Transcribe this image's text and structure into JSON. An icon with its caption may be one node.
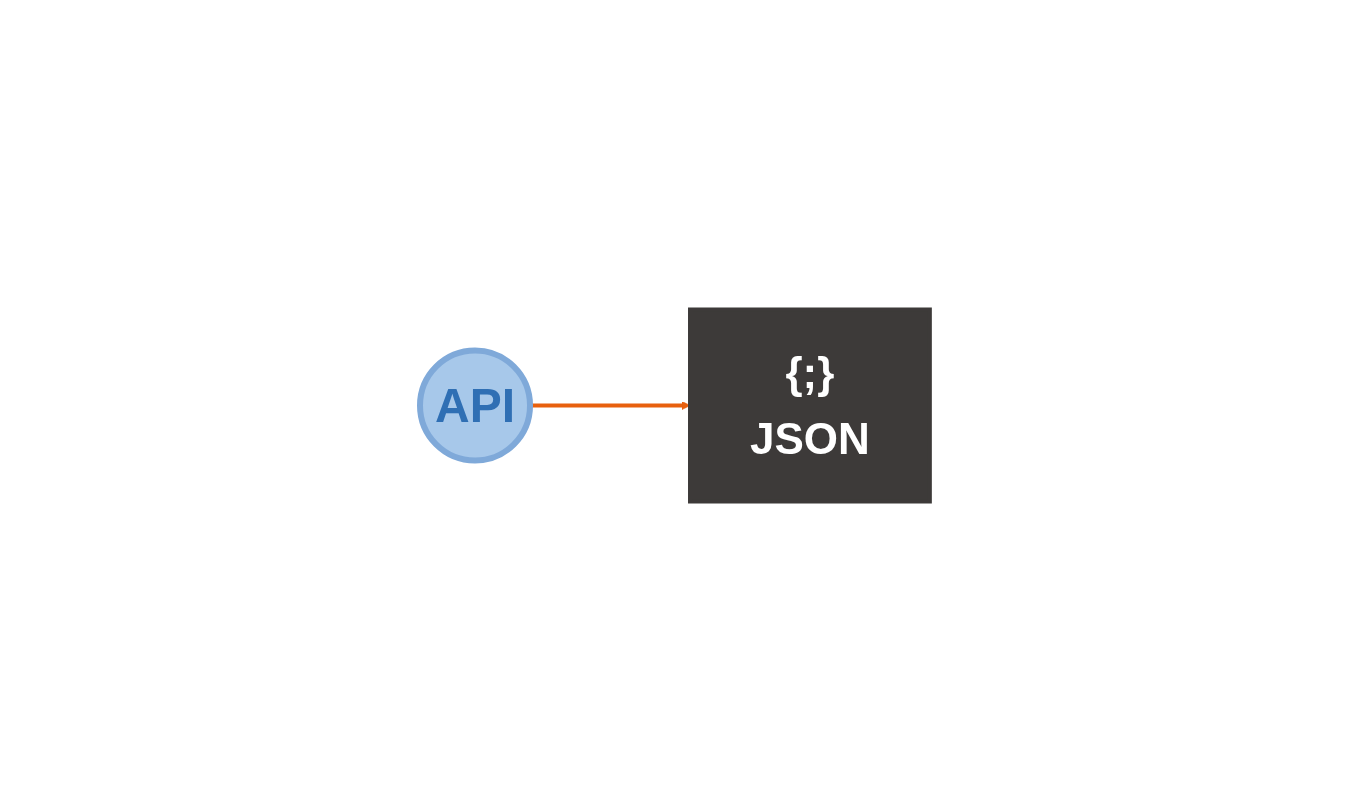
{
  "diagram": {
    "nodes": [
      {
        "text": [
          "API"
        ]
      },
      {
        "text": [
          "{;}",
          "JSON"
        ]
      }
    ],
    "edges": [
      {
        "from": 0,
        "to": 1,
        "arrow": "to",
        "color": "#e8600e"
      }
    ]
  }
}
